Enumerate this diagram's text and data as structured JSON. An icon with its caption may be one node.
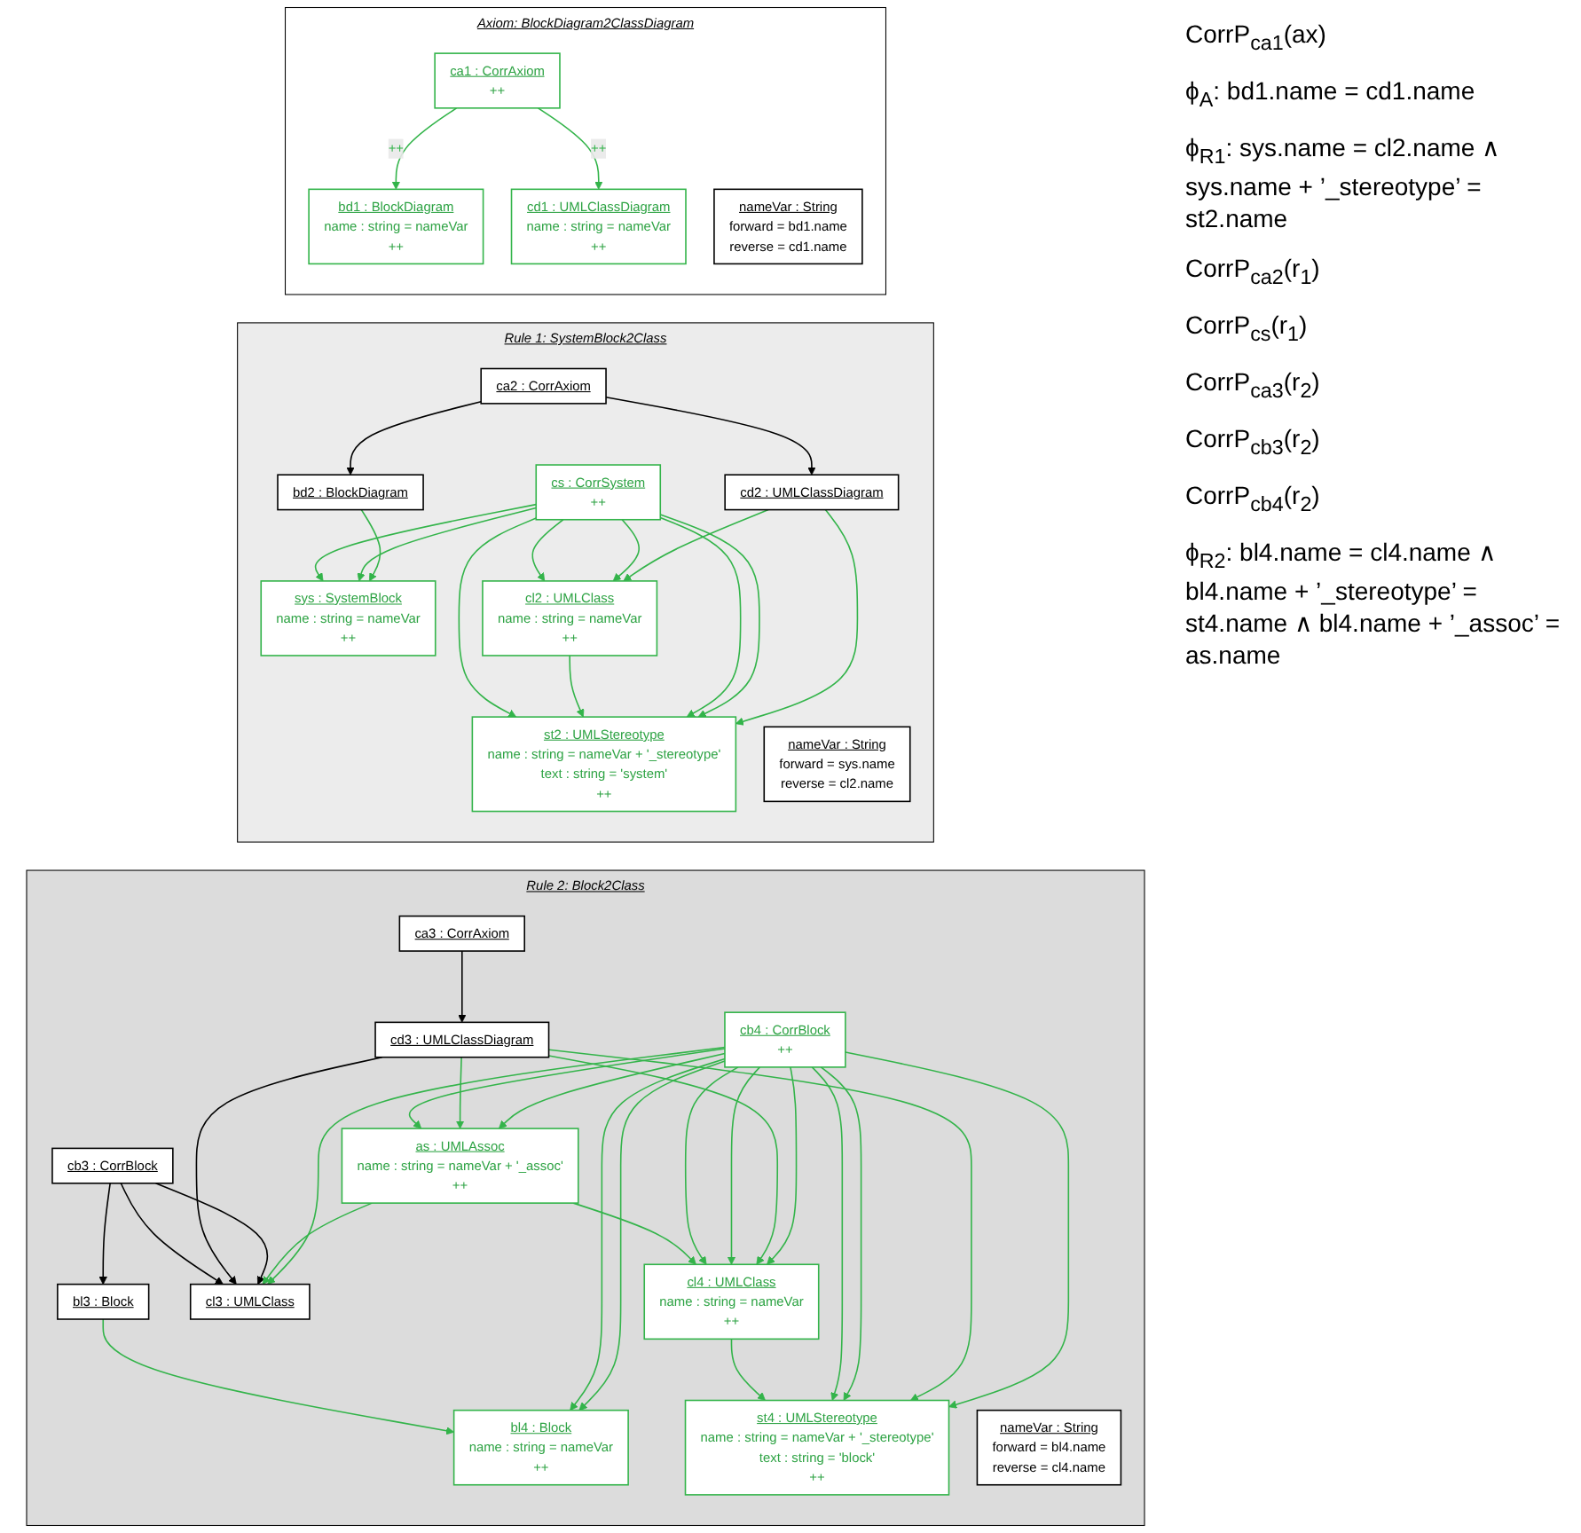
{
  "diagram": {
    "nodes": [
      {
        "text": [
          "Axiom: BlockDiagram2ClassDiagram"
        ]
      },
      {
        "text": [
          "bd1 : BlockDiagram",
          "name : string = nameVar",
          "++"
        ],
        "in": 0
      },
      {
        "text": [
          "ca1 : CorrAxiom",
          "++"
        ],
        "in": 0
      },
      {
        "text": [
          "cd1 : UMLClassDiagram",
          "name : string = nameVar",
          "++"
        ],
        "in": 0
      },
      {
        "text": [
          "nameVar : String",
          "forward = bd1.name",
          "reverse = cd1.name"
        ],
        "in": 0
      },
      {
        "text": [
          "Rule 1: SystemBlock2Class"
        ]
      },
      {
        "text": [
          "bd2 : BlockDiagram"
        ],
        "in": 5
      },
      {
        "text": [
          "ca2 : CorrAxiom"
        ],
        "in": 5
      },
      {
        "text": [
          "cd2 : UMLClassDiagram"
        ],
        "in": 5
      },
      {
        "text": [
          "sys : SystemBlock",
          "name : string = nameVar",
          "++"
        ],
        "in": 5
      },
      {
        "text": [
          "cs : CorrSystem",
          "++"
        ],
        "in": 5
      },
      {
        "text": [
          "cl2 : UMLClass",
          "name : string = nameVar",
          "++"
        ],
        "in": 5
      },
      {
        "text": [
          "st2 : UMLStereotype",
          "name : string = nameVar + '_stereotype'",
          "text : string = 'system'",
          "++"
        ],
        "in": 5
      },
      {
        "text": [
          "nameVar : String",
          "forward = sys.name",
          "reverse = cl2.name"
        ],
        "in": 5
      },
      {
        "text": [
          "Rule 2: Block2Class"
        ]
      },
      {
        "text": [
          "ca3 : CorrAxiom"
        ],
        "in": 14
      },
      {
        "text": [
          "cd3 : UMLClassDiagram"
        ],
        "in": 14
      },
      {
        "text": [
          "bl3 : Block"
        ],
        "in": 14
      },
      {
        "text": [
          "cb3 : CorrBlock"
        ],
        "in": 14
      },
      {
        "text": [
          "cl3 : UMLClass"
        ],
        "in": 14
      },
      {
        "text": [
          "bl4 : Block",
          "name : string = nameVar",
          "++"
        ],
        "in": 14
      },
      {
        "text": [
          "cb4 : CorrBlock",
          "++"
        ],
        "in": 14
      },
      {
        "text": [
          "as : UMLAssoc",
          "name : string = nameVar + '_assoc'",
          "++"
        ],
        "in": 14
      },
      {
        "text": [
          "cl4 : UMLClass",
          "name : string = nameVar",
          "++"
        ],
        "in": 14
      },
      {
        "text": [
          "st4 : UMLStereotype",
          "name : string = nameVar + '_stereotype'",
          "text : string = 'block'",
          "++"
        ],
        "in": 14
      },
      {
        "text": [
          "nameVar : String",
          "forward = bl4.name",
          "reverse = cl4.name"
        ],
        "in": 14
      }
    ],
    "edges": [
      {
        "from": 2,
        "to": 1,
        "arrow": "to",
        "label": "++"
      },
      {
        "from": 2,
        "to": 3,
        "arrow": "to",
        "label": "++"
      },
      {
        "from": 7,
        "to": 6,
        "arrow": "to",
        "color": "#000000"
      },
      {
        "from": 7,
        "to": 8,
        "arrow": "to",
        "color": "#000000"
      },
      {
        "from": 6,
        "to": 9,
        "arrow": "to"
      },
      {
        "from": 10,
        "to": 9,
        "arrow": "to"
      },
      {
        "from": 10,
        "to": 9,
        "arrow": "to"
      },
      {
        "from": 8,
        "to": 11,
        "arrow": "to"
      },
      {
        "from": 8,
        "to": 12,
        "arrow": "to"
      },
      {
        "from": 10,
        "to": 11,
        "arrow": "to"
      },
      {
        "from": 10,
        "to": 12,
        "arrow": "to"
      },
      {
        "from": 10,
        "to": 11,
        "arrow": "to"
      },
      {
        "from": 10,
        "to": 12,
        "arrow": "to"
      },
      {
        "from": 11,
        "to": 12,
        "arrow": "to"
      },
      {
        "from": 10,
        "to": 12,
        "arrow": "to"
      },
      {
        "from": 15,
        "to": 16,
        "arrow": "to",
        "color": "#000000"
      },
      {
        "from": 18,
        "to": 17,
        "arrow": "to",
        "color": "#000000"
      },
      {
        "from": 18,
        "to": 19,
        "arrow": "to",
        "color": "#000000"
      },
      {
        "from": 16,
        "to": 19,
        "arrow": "to",
        "color": "#000000"
      },
      {
        "from": 18,
        "to": 19,
        "arrow": "to",
        "color": "#000000"
      },
      {
        "from": 17,
        "to": 20,
        "arrow": "to"
      },
      {
        "from": 21,
        "to": 20,
        "arrow": "to"
      },
      {
        "from": 21,
        "to": 20,
        "arrow": "to"
      },
      {
        "from": 22,
        "to": 19,
        "arrow": "to"
      },
      {
        "from": 21,
        "to": 19,
        "arrow": "to"
      },
      {
        "from": 21,
        "to": 22,
        "arrow": "to"
      },
      {
        "from": 22,
        "to": 23,
        "arrow": "to"
      },
      {
        "from": 21,
        "to": 23,
        "arrow": "to"
      },
      {
        "from": 21,
        "to": 23,
        "arrow": "to"
      },
      {
        "from": 23,
        "to": 24,
        "arrow": "to"
      },
      {
        "from": 21,
        "to": 24,
        "arrow": "to"
      },
      {
        "from": 21,
        "to": 24,
        "arrow": "to"
      },
      {
        "from": 16,
        "to": 22,
        "arrow": "to"
      },
      {
        "from": 16,
        "to": 23,
        "arrow": "to"
      },
      {
        "from": 16,
        "to": 24,
        "arrow": "to"
      },
      {
        "from": 21,
        "to": 22,
        "arrow": "to"
      },
      {
        "from": 21,
        "to": 23,
        "arrow": "to"
      },
      {
        "from": 21,
        "to": 24,
        "arrow": "to"
      }
    ],
    "labels": [
      "CorrP$_{ca1}$(ax)",
      "ϕ$_{A}$: bd1.name = cd1.name",
      "ϕ$_{R1}$: sys.name = cl2.name ∧ sys.name + ’_stereotype’ = st2.name",
      "CorrP$_{ca2}$(r$_{1}$)",
      "CorrP$_{cs}$(r$_{1}$)",
      "CorrP$_{ca3}$(r$_{2}$)",
      "CorrP$_{cb3}$(r$_{2}$)",
      "CorrP$_{cb4}$(r$_{2}$)",
      "ϕ$_{R2}$: bl4.name = cl4.name ∧ bl4.name + ’_stereotype’ = st4.name ∧ bl4.name + ’_assoc’ = as.name"
    ]
  }
}
